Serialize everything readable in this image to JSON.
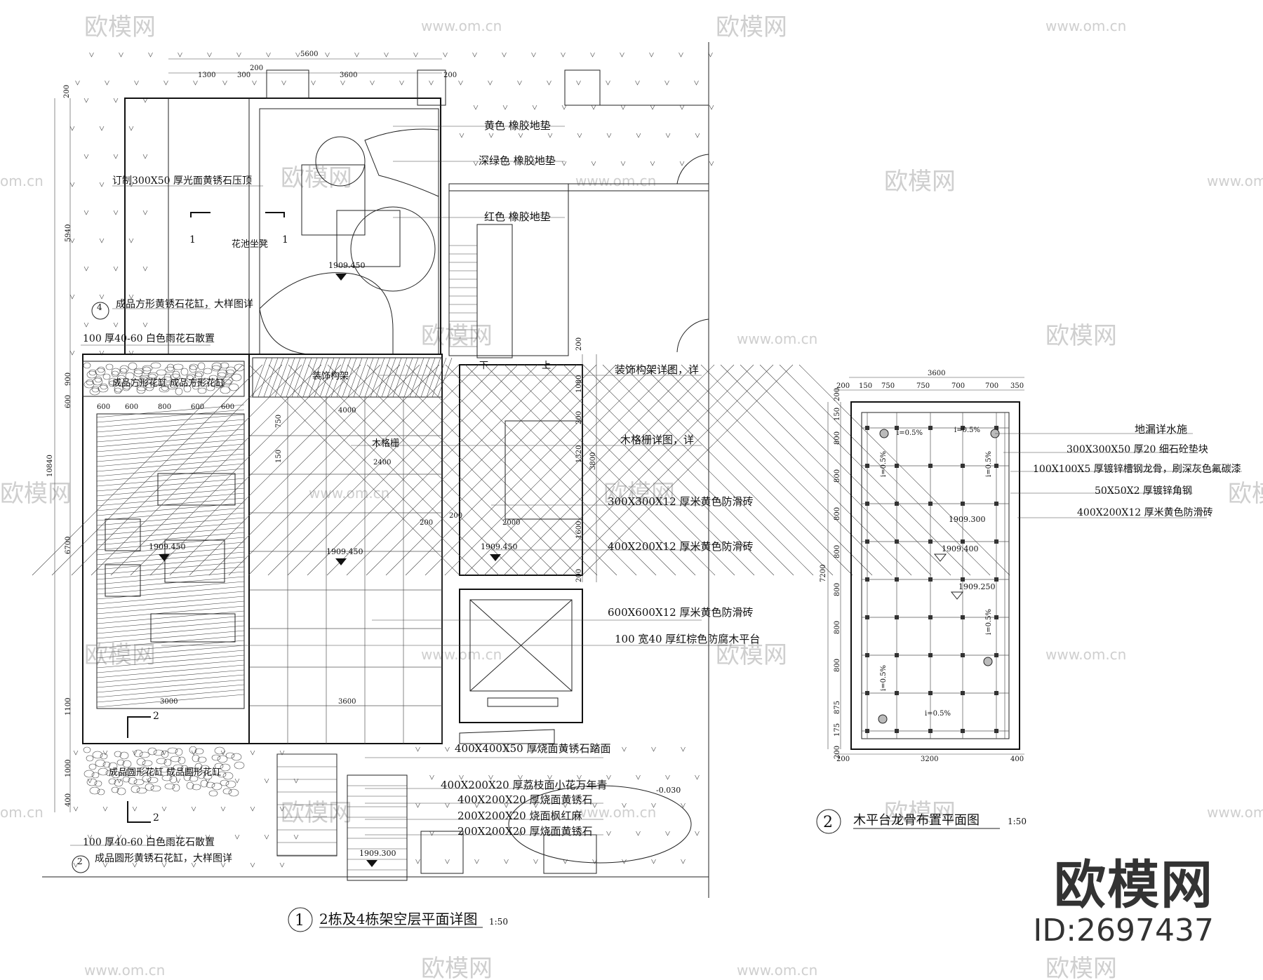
{
  "watermark": {
    "site": "www.om.cn",
    "brand": "欧模网",
    "site_short": "om.cn"
  },
  "brand_block": {
    "logo": "欧模网",
    "id": "ID:2697437"
  },
  "plan1": {
    "number": "1",
    "title": "2栋及4栋架空层平面详图",
    "scale": "1:50",
    "dims_top": {
      "overall": "5600",
      "a": "200",
      "b": "1300",
      "c": "300",
      "d": "3600",
      "e": "200"
    },
    "dims_left": {
      "a": "200",
      "b": "5940",
      "c": "10840",
      "d": "6700",
      "e": "1100",
      "f": "1000",
      "g": "400",
      "h": "600",
      "i": "900"
    },
    "dims_deck": {
      "a": "600",
      "b": "600",
      "c": "800",
      "d": "600",
      "e": "600",
      "w": "3000",
      "p": "3600",
      "q": "4000",
      "r": "2400",
      "s": "750",
      "t": "150"
    },
    "dims_right": {
      "a": "200",
      "b": "1080",
      "c": "200",
      "d": "1320",
      "e": "3800",
      "f": "1600",
      "g": "200",
      "h": "2000",
      "i": "200",
      "j": "200"
    },
    "elevations": {
      "e1": "1909.450",
      "e2": "1909.450",
      "e3": "1909.450",
      "e4": "1909.450",
      "e5": "1909.300",
      "e6": "-0.030"
    },
    "labels": {
      "l1": "黄色  橡胶地垫",
      "l2": "深绿色  橡胶地垫",
      "l3": "红色  橡胶地垫",
      "l4": "订制300X50  厚光面黄锈石压顶",
      "l5": "花池坐凳",
      "l6": "成品方形黄锈石花缸，大样图详",
      "l7": "100 厚40-60  白色雨花石散置",
      "l8": "成品方形花缸  成品方形花缸",
      "l9": "装饰构架",
      "l10": "装饰构架详图，详",
      "l11": "木格栅",
      "l12": "木格栅详图，详",
      "l13": "300X300X12   厚米黄色防滑砖",
      "l14": "400X200X12   厚米黄色防滑砖",
      "l15": "600X600X12   厚米黄色防滑砖",
      "l16": "100 宽40 厚红棕色防腐木平台",
      "l17": "400X400X50   厚烧面黄锈石踏面",
      "l18": "400X200X20   厚荔枝面小花万年青",
      "l19": "400X200X20   厚烧面黄锈石",
      "l20": "200X200X20   烧面枫红麻",
      "l21": "200X200X20   厚烧面黄锈石",
      "l22": "成品圆形花缸  成品圆形花缸",
      "l23": "100 厚40-60  白色雨花石散置",
      "l24": "成品圆形黄锈石花缸，大样图详",
      "down": "下",
      "up": "上"
    },
    "refs": {
      "r1": "1",
      "r2": "1",
      "r3": "2",
      "r4": "2",
      "r5": "4",
      "r6": "2"
    }
  },
  "plan2": {
    "number": "2",
    "title": "木平台龙骨布置平面图",
    "scale": "1:50",
    "dims_top": {
      "overall": "3600",
      "a": "200",
      "b": "150",
      "c": "750",
      "d": "750",
      "e": "700",
      "f": "700",
      "g": "350"
    },
    "dims_bottom": {
      "a": "200",
      "b": "3200",
      "c": "400"
    },
    "dims_left": {
      "overall": "7200",
      "a": "200",
      "b": "150",
      "c": "800",
      "d": "800",
      "e": "800",
      "f": "800",
      "g": "800",
      "h": "800",
      "i": "800",
      "j": "875",
      "k": "175",
      "l": "200"
    },
    "slopes": {
      "s1": "i=0.5%",
      "s2": "i=0.5%",
      "s3": "i=0.5%",
      "s4": "i=0.5%",
      "s5": "i=0.5%",
      "s6": "i=0.5%",
      "s7": "i=0.5%"
    },
    "elevations": {
      "e1": "1909.300",
      "e2": "1909.400",
      "e3": "1909.250"
    },
    "labels": {
      "l1": "地漏详水施",
      "l2": "300X300X50   厚20  细石砼垫块",
      "l3": "100X100X5   厚镀锌槽钢龙骨，刷深灰色氟碳漆",
      "l4": "50X50X2   厚镀锌角钢",
      "l5": "400X200X12   厚米黄色防滑砖"
    }
  }
}
